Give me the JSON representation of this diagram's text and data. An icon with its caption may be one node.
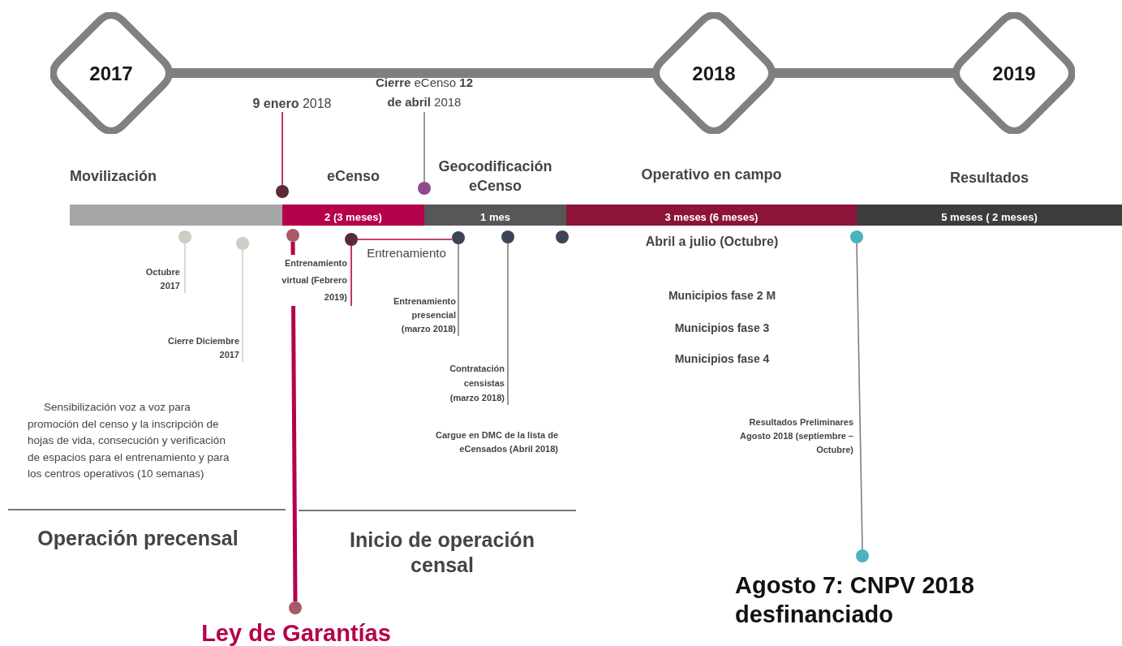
{
  "diagram": {
    "nodes": [
      {
        "text": [
          "2017"
        ]
      },
      {
        "text": [
          "2018"
        ]
      },
      {
        "text": [
          "2019"
        ]
      },
      {
        "text": [
          "Movilización"
        ]
      },
      {
        "text": [
          "eCenso",
          "2 (3 meses)"
        ]
      },
      {
        "text": [
          "Geocodificación eCenso",
          "1 mes"
        ]
      },
      {
        "text": [
          "Operativo en campo",
          "3 meses (6 meses)"
        ],
        "beside": [
          "Abril a julio (Octubre)"
        ]
      },
      {
        "text": [
          "Resultados",
          "5 meses ( 2 meses)"
        ]
      },
      {
        "text": [
          "**9 enero** 2018"
        ]
      },
      {
        "text": [],
        "shape": "circle"
      },
      {
        "text": [
          "**Cierre** eCenso **12 de abril** 2018"
        ]
      },
      {
        "text": [],
        "shape": "circle"
      },
      {
        "text": [],
        "shape": "circle"
      },
      {
        "text": [
          "Octubre 2017"
        ]
      },
      {
        "text": [],
        "shape": "circle"
      },
      {
        "text": [
          "Cierre Diciembre 2017"
        ]
      },
      {
        "text": [],
        "shape": "circle"
      },
      {
        "text": [],
        "shape": "circle",
        "beside": [
          "Ley de Garantías"
        ]
      },
      {
        "text": [],
        "shape": "circle"
      },
      {
        "text": [
          "Entrenamiento virtual (Febrero 2019)"
        ]
      },
      {
        "text": [],
        "shape": "circle"
      },
      {
        "text": [
          "Entrenamiento presencial (marzo 2018)"
        ]
      },
      {
        "text": [],
        "shape": "circle"
      },
      {
        "text": [
          "Contratación censistas (marzo 2018)"
        ]
      },
      {
        "text": [],
        "shape": "circle"
      },
      {
        "text": [],
        "shape": "circle"
      },
      {
        "text": [],
        "shape": "circle",
        "beside": [
          "Agosto 7: CNPV 2018 desfinanciado"
        ]
      }
    ],
    "edges": [
      {
        "from": 0,
        "to": 1,
        "arrow": "none",
        "style": "thick"
      },
      {
        "from": 1,
        "to": 2,
        "arrow": "none",
        "style": "thick"
      },
      {
        "from": 8,
        "to": 9,
        "arrow": "none",
        "color": "#b5004b"
      },
      {
        "from": 10,
        "to": 11,
        "arrow": "none"
      },
      {
        "from": 12,
        "to": 13,
        "arrow": "none",
        "color": "#cfcfcf"
      },
      {
        "from": 14,
        "to": 15,
        "arrow": "none",
        "color": "#cfcfcf"
      },
      {
        "from": 16,
        "to": 17,
        "arrow": "none",
        "color": "#b5004b",
        "style": "thick"
      },
      {
        "from": 18,
        "to": 19,
        "arrow": "none",
        "color": "#b5004b"
      },
      {
        "from": 18,
        "to": 20,
        "arrow": "none",
        "color": "#b5004b",
        "label": "Entrenamiento"
      },
      {
        "from": 20,
        "to": 21,
        "arrow": "none"
      },
      {
        "from": 22,
        "to": 23,
        "arrow": "none"
      },
      {
        "from": 25,
        "to": 26,
        "arrow": "none"
      }
    ],
    "labels": [
      "Municipios fase 2 M",
      "Municipios fase 3",
      "Municipios fase 4",
      "Cargue en DMC de la lista de eCensados (Abril 2018)",
      "Resultados Preliminares Agosto 2018 (septiembre – Octubre)",
      "Sensibilización voz a voz para promoción del censo y la inscripción de hojas de vida, consecución y verificación de espacios para el entrenamiento y para los centros operativos (10 semanas)",
      "Operación precensal",
      "Inicio de operación censal"
    ]
  }
}
